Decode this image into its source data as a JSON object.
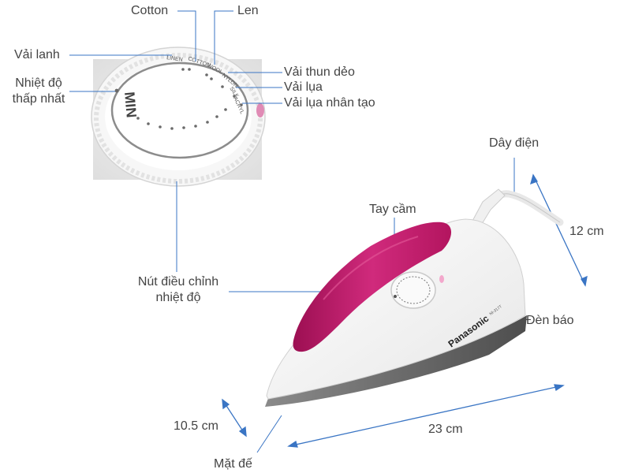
{
  "labels": {
    "cotton": "Cotton",
    "len": "Len",
    "vai_lanh": "Vải lanh",
    "nhiet_do_line1": "Nhiệt độ",
    "nhiet_do_line2": "thấp nhất",
    "vai_thun_deo": "Vải thun dẻo",
    "vai_lua": "Vải lụa",
    "vai_lua_nhan_tao": "Vải lụa nhân tạo",
    "day_dien": "Dây điện",
    "tay_cam": "Tay cầm",
    "dim_height": "12 cm",
    "nut_dieu_chinh_line1": "Nút điều chỉnh",
    "nut_dieu_chinh_line2": "nhiệt độ",
    "den_bao": "Đèn báo",
    "dim_width": "10.5 cm",
    "dim_length": "23 cm",
    "mat_de": "Mặt đế"
  },
  "dial_text": {
    "min": "MIN",
    "linen": "LINEN",
    "cotton": "COTTON",
    "wool": "WOOL",
    "nylon": "NYLON",
    "silk": "SILK",
    "acryl": "ACRYL"
  },
  "product": {
    "brand": "Panasonic",
    "model": "NI-317T"
  },
  "colors": {
    "label_text": "#444444",
    "leader_line": "#3a75c4",
    "handle_pink": "#c2186b",
    "body_white": "#f4f4f4",
    "soleplate_grey": "#6f6f6f"
  }
}
